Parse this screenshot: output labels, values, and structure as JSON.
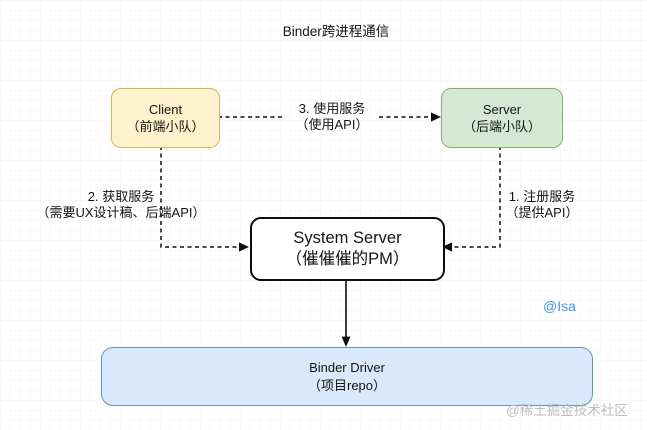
{
  "page": {
    "title": "Binder跨进程通信"
  },
  "nodes": {
    "client": {
      "title": "Client",
      "subtitle": "（前端小队）"
    },
    "server": {
      "title": "Server",
      "subtitle": "（后端小队）"
    },
    "system_server": {
      "title": "System Server",
      "subtitle": "（催催催的PM）"
    },
    "binder_driver": {
      "title": "Binder Driver",
      "subtitle": "（项目repo）"
    }
  },
  "edges": {
    "client_to_server": {
      "line1": "3. 使用服务",
      "line2": "（使用API）",
      "style": "dashed-arrow-right"
    },
    "client_to_system_server": {
      "line1": "2. 获取服务",
      "line2": "（需要UX设计稿、后端API）",
      "style": "dashed-arrow"
    },
    "server_to_system_server": {
      "line1": "1. 注册服务",
      "line2": "（提供API）",
      "style": "dashed-arrow"
    },
    "system_server_to_binder_driver": {
      "line1": "",
      "line2": "",
      "style": "solid-arrow-down"
    }
  },
  "watermarks": {
    "author": "@Isa",
    "community": "@稀土掘金技术社区"
  },
  "colors": {
    "client_fill": "#FFF2CC",
    "client_border": "#D6B656",
    "server_fill": "#D5E8D4",
    "server_border": "#82B366",
    "system_server_fill": "#FFFFFF",
    "system_server_border": "#0D0D0D",
    "binder_fill": "#DAE8FC",
    "binder_border": "#6C8EBF",
    "author_watermark": "#4397EC",
    "community_watermark": "#BDBDC2"
  }
}
